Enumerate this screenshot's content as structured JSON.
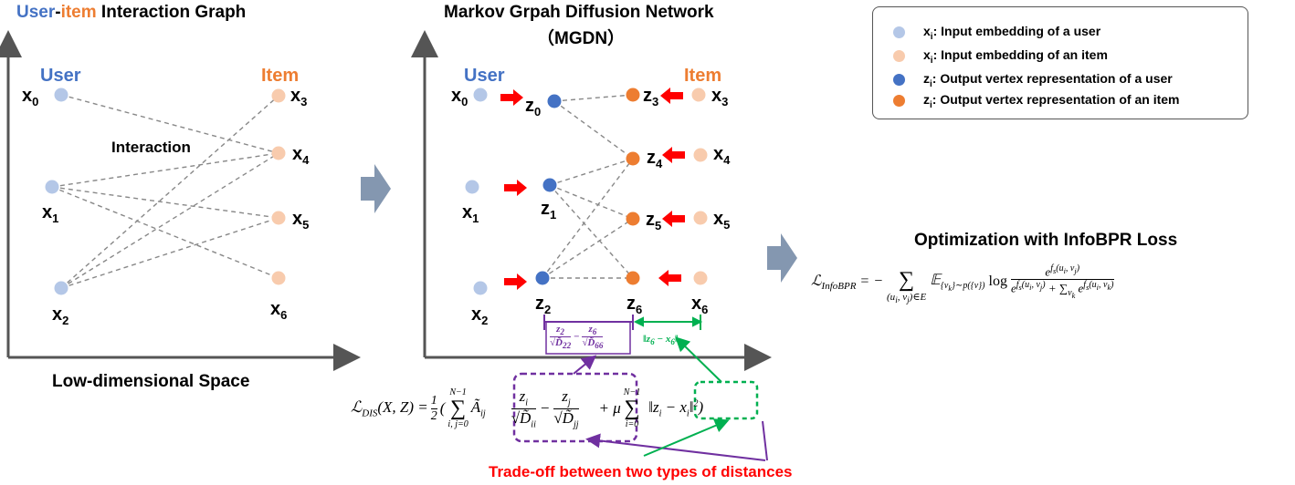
{
  "panel_left": {
    "title_user": "User",
    "title_dash": "-",
    "title_item": "item",
    "title_rest": " Interaction Graph",
    "user_header": "User",
    "item_header": "Item",
    "interaction_label": "Interaction",
    "bottom_label": "Low-dimensional Space",
    "nodes": [
      "x",
      "x",
      "x",
      "x",
      "x",
      "x",
      "x"
    ],
    "subs": [
      "0",
      "1",
      "2",
      "3",
      "4",
      "5",
      "6"
    ]
  },
  "panel_mid": {
    "title_line1": "Markov Grpah Diffusion Network",
    "title_line2": "（MGDN）",
    "user_header": "User",
    "item_header": "Item"
  },
  "legend": {
    "items": [
      {
        "sym": "x",
        "sub": "i",
        "text": ": Input embedding of a user",
        "color": "#b4c7e7"
      },
      {
        "sym": "x",
        "sub": "i",
        "text": ": Input embedding of an item",
        "color": "#f8cbad"
      },
      {
        "sym": "z",
        "sub": "i",
        "text": ": Output vertex representation of a user",
        "color": "#4472c4"
      },
      {
        "sym": "z",
        "sub": "i",
        "text": ": Output vertex representation of an item",
        "color": "#ed7d31"
      }
    ]
  },
  "optimization": {
    "title": "Optimization with InfoBPR Loss"
  },
  "tradeoff": {
    "text": "Trade-off between two types of distances"
  },
  "colors": {
    "user_light": "#b4c7e7",
    "item_light": "#f8cbad",
    "user_dark": "#4472c4",
    "item_dark": "#ed7d31",
    "arrow_red": "#ff0000",
    "purple": "#7030a0",
    "green": "#00b050",
    "block_arrow": "#8497b0"
  }
}
